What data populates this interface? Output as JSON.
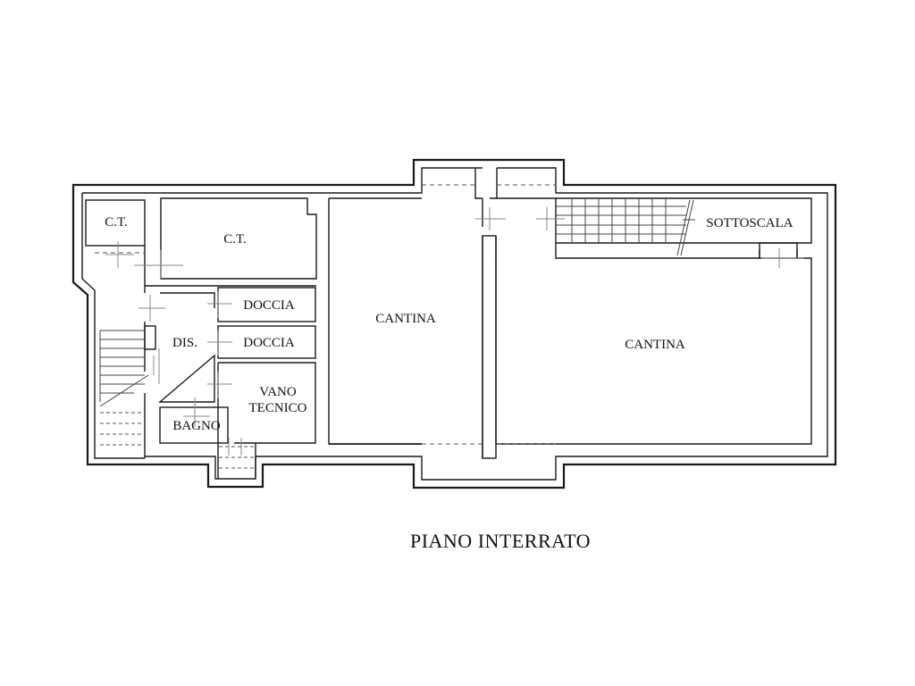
{
  "plan": {
    "title": "PIANO INTERRATO",
    "rooms": {
      "ct_small": "C.T.",
      "ct_large": "C.T.",
      "doccia_1": "DOCCIA",
      "doccia_2": "DOCCIA",
      "dis": "DIS.",
      "vano_line1": "VANO",
      "vano_line2": "TECNICO",
      "bagno": "BAGNO",
      "cantina_left": "CANTINA",
      "cantina_right": "CANTINA",
      "sottoscala": "SOTTOSCALA"
    }
  }
}
